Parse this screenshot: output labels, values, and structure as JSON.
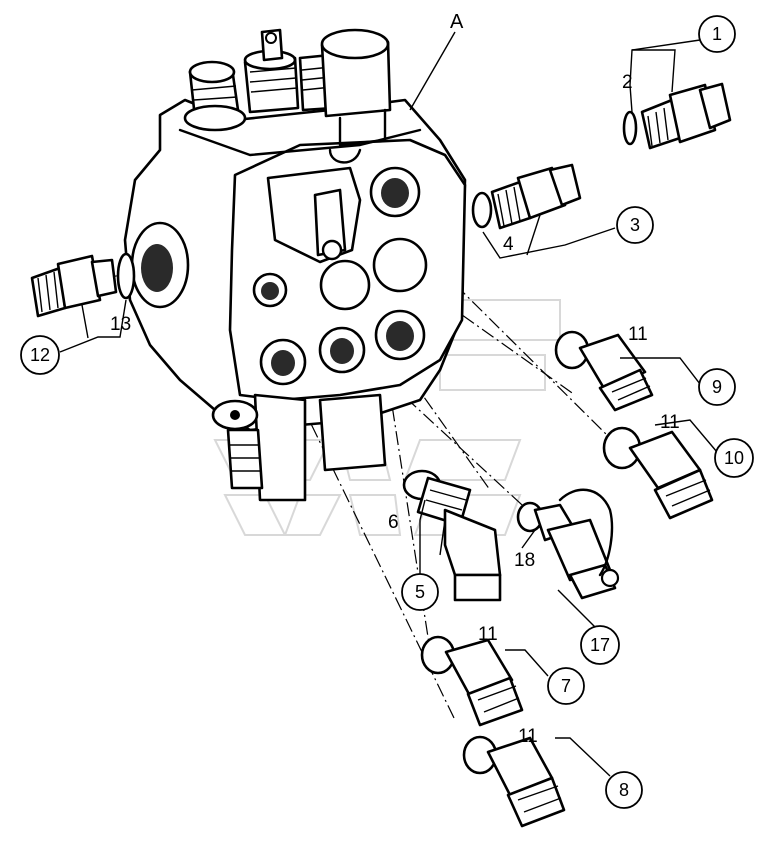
{
  "assembly_label": "A",
  "callouts": [
    {
      "id": "c1",
      "text": "1"
    },
    {
      "id": "c3",
      "text": "3"
    },
    {
      "id": "c5",
      "text": "5"
    },
    {
      "id": "c7",
      "text": "7"
    },
    {
      "id": "c8",
      "text": "8"
    },
    {
      "id": "c9",
      "text": "9"
    },
    {
      "id": "c10",
      "text": "10"
    },
    {
      "id": "c12",
      "text": "12"
    },
    {
      "id": "c17",
      "text": "17"
    }
  ],
  "labels": [
    {
      "id": "l2",
      "text": "2"
    },
    {
      "id": "l4",
      "text": "4"
    },
    {
      "id": "l6",
      "text": "6"
    },
    {
      "id": "l11a",
      "text": "11"
    },
    {
      "id": "l11b",
      "text": "11"
    },
    {
      "id": "l11c",
      "text": "11"
    },
    {
      "id": "l11d",
      "text": "11"
    },
    {
      "id": "l13",
      "text": "13"
    },
    {
      "id": "l18",
      "text": "18"
    }
  ]
}
